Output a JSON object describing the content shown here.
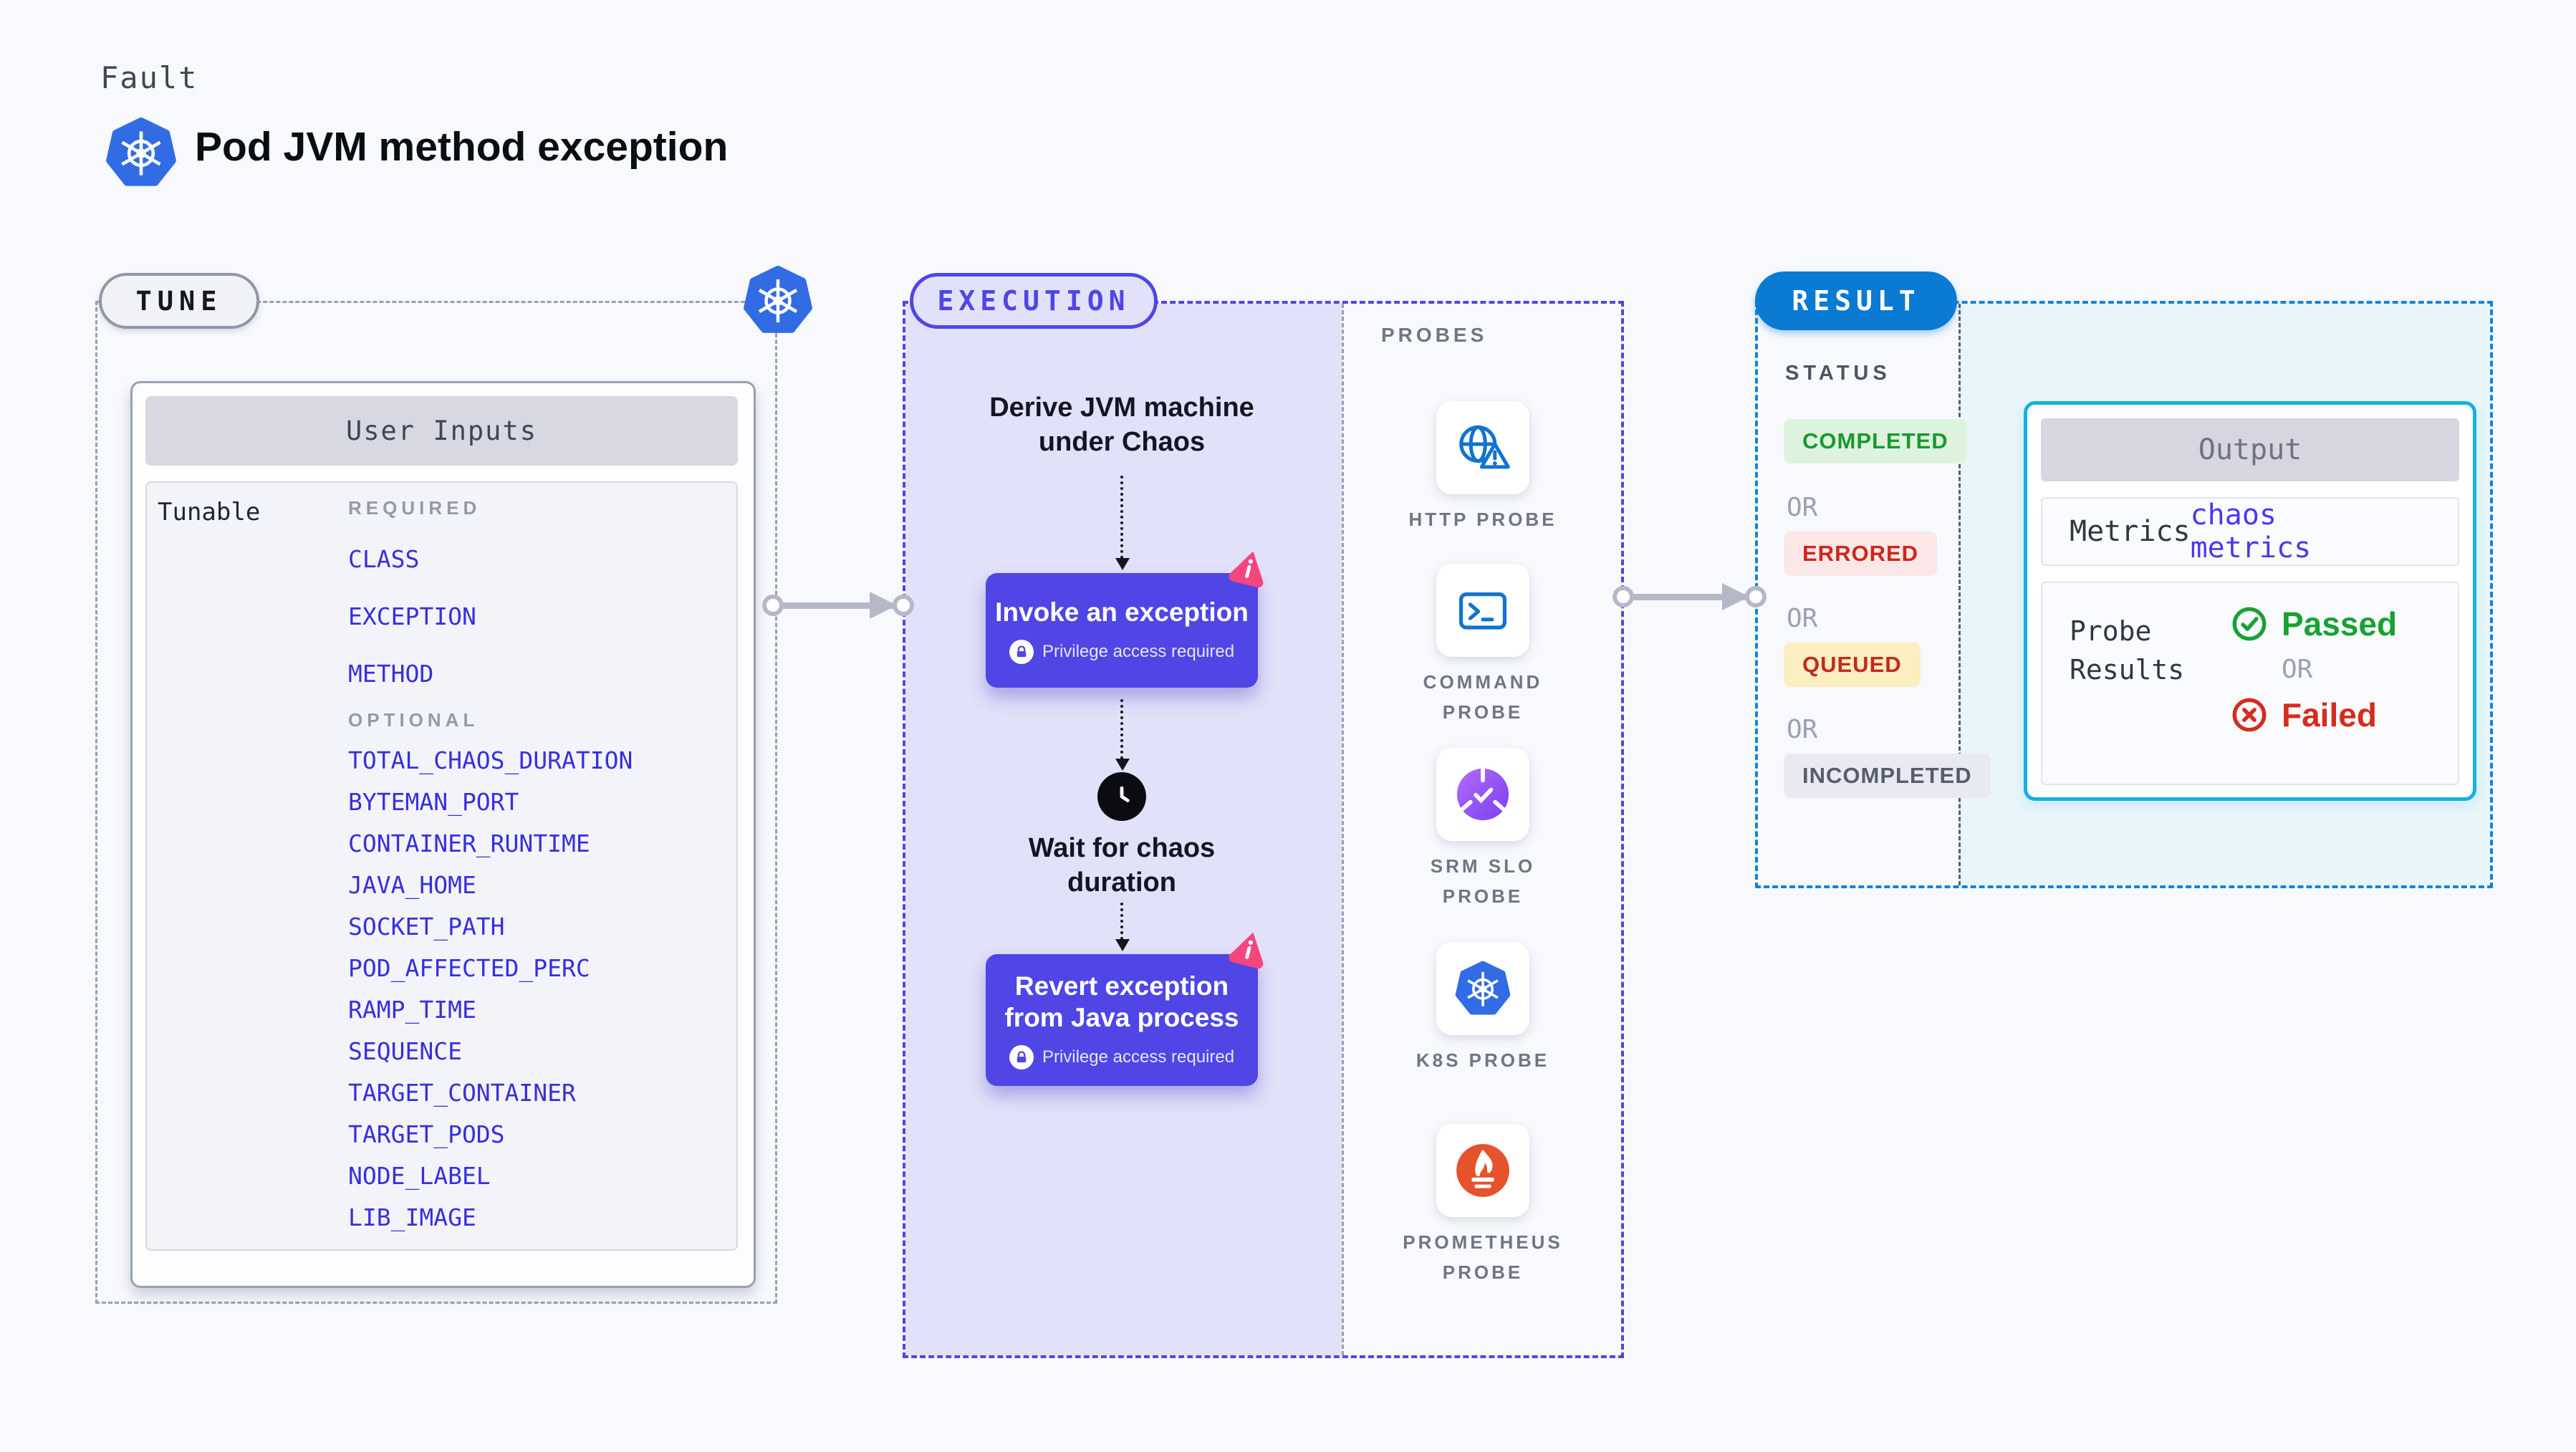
{
  "header": {
    "eyebrow": "Fault",
    "title": "Pod JVM method exception"
  },
  "tune": {
    "badge": "TUNE",
    "panel_header": "User Inputs",
    "row_label": "Tunable",
    "required_label": "REQUIRED",
    "required_items": [
      "CLASS",
      "EXCEPTION",
      "METHOD"
    ],
    "optional_label": "OPTIONAL",
    "optional_items": [
      "TOTAL_CHAOS_DURATION",
      "BYTEMAN_PORT",
      "CONTAINER_RUNTIME",
      "JAVA_HOME",
      "SOCKET_PATH",
      "POD_AFFECTED_PERC",
      "RAMP_TIME",
      "SEQUENCE",
      "TARGET_CONTAINER",
      "TARGET_PODS",
      "NODE_LABEL",
      "LIB_IMAGE"
    ]
  },
  "execution": {
    "badge": "EXECUTION",
    "derive_line1": "Derive JVM machine",
    "derive_line2": "under Chaos",
    "invoke_title": "Invoke an exception",
    "privilege_note": "Privilege access required",
    "wait_line1": "Wait for chaos",
    "wait_line2": "duration",
    "revert_line1": "Revert exception",
    "revert_line2": "from Java process"
  },
  "probes": {
    "header": "PROBES",
    "items": [
      {
        "label": "HTTP PROBE",
        "icon": "globe-alert-icon"
      },
      {
        "label": "COMMAND PROBE",
        "icon": "terminal-icon"
      },
      {
        "label": "SRM SLO PROBE",
        "icon": "slo-check-icon"
      },
      {
        "label": "K8S PROBE",
        "icon": "kubernetes-icon"
      },
      {
        "label": "PROMETHEUS PROBE",
        "icon": "prometheus-flame-icon"
      }
    ]
  },
  "result": {
    "badge": "RESULT",
    "status_header": "STATUS",
    "separator": "OR",
    "statuses": [
      {
        "label": "COMPLETED",
        "type": "completed"
      },
      {
        "label": "ERRORED",
        "type": "errored"
      },
      {
        "label": "QUEUED",
        "type": "queued"
      },
      {
        "label": "INCOMPLETED",
        "type": "incompleted"
      }
    ],
    "output": {
      "header": "Output",
      "metrics_label": "Metrics",
      "metrics_value": "chaos metrics",
      "probe_results_label_line1": "Probe",
      "probe_results_label_line2": "Results",
      "passed_label": "Passed",
      "or_label": "OR",
      "failed_label": "Failed"
    }
  },
  "colors": {
    "kubernetes_blue": "#326ce5",
    "execution_indigo": "#4f46e5",
    "execution_bg": "#e2e1fa",
    "chaos_pink": "#f4467e",
    "input_item_blue": "#382fdc",
    "result_blue": "#0b7ad2",
    "result_dash_blue": "#1583d8",
    "output_border_cyan": "#14b1e3",
    "output_area_bg": "#e8f6fc",
    "completed_green": "#169a2f",
    "errored_red": "#cb281c",
    "queued_bg_yellow": "#fbeec0",
    "incompleted_gray": "#555d6d",
    "passed_green": "#17a233",
    "failed_red": "#d52c1e",
    "probe_icon_blue": "#1273d0",
    "prometheus_orange": "#e6522c"
  }
}
